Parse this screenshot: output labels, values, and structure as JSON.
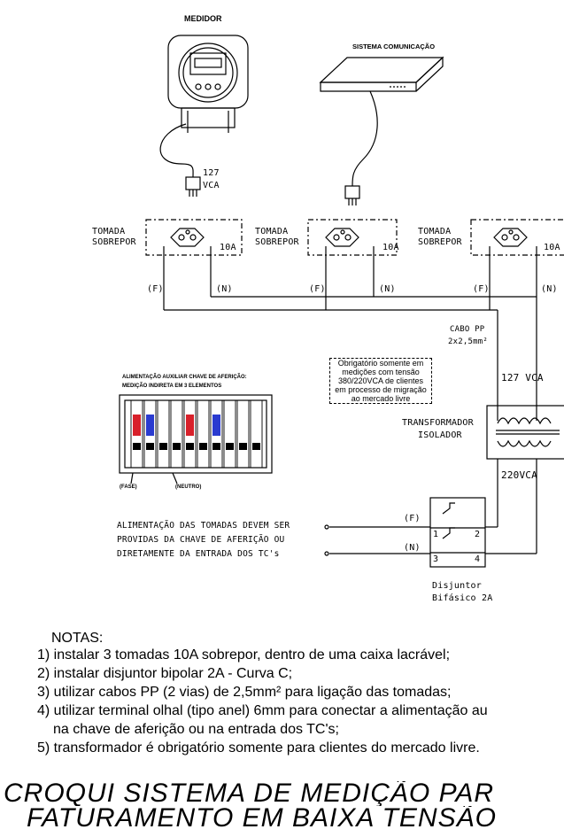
{
  "labels": {
    "medidor": "MEDIDOR",
    "sistema_comunicacao": "SISTEMA COMUNICAÇÃO",
    "voltage_127": "127",
    "vca": "VCA",
    "tomada_line1": "TOMADA",
    "tomada_line2": "SOBREPOR",
    "rating_10a": "10A",
    "phase_f": "(F)",
    "neutral_n": "(N)",
    "cabo_pp_line1": "CABO PP",
    "cabo_pp_line2": "2x2,5mm²",
    "vca_127": "127 VCA",
    "vca_220": "220VCA",
    "transformador_line1": "TRANSFORMADOR",
    "transformador_line2": "ISOLADOR",
    "aux_line1": "ALIMENTAÇÃO AUXILIAR CHAVE DE AFERIÇÃO:",
    "aux_line2": "MEDIÇÃO INDIRETA EM 3 ELEMENTOS",
    "fase": "(FASE)",
    "neutro": "(NEUTRO)",
    "alimentacao_line1": "ALIMENTAÇÃO DAS TOMADAS DEVEM SER",
    "alimentacao_line2": "PROVIDAS DA CHAVE DE AFERIÇÃO OU",
    "alimentacao_line3": "DIRETAMENTE DA ENTRADA DOS TC's",
    "disjuntor_line1": "Disjuntor",
    "disjuntor_line2": "Bifásico 2A",
    "t1": "1",
    "t2": "2",
    "t3": "3",
    "t4": "4"
  },
  "obrigatorio_note": [
    "Obrigatório somente em",
    "medições com tensão",
    "380/220VCA de clientes",
    "em processo de migração",
    "ao mercado livre"
  ],
  "notes": {
    "heading": "NOTAS:",
    "items": [
      "1) instalar 3 tomadas 10A sobrepor, dentro de uma caixa lacrável;",
      "2) instalar disjuntor bipolar 2A - Curva C;",
      "3) utilizar cabos PP (2 vias) de 2,5mm² para ligação das tomadas;",
      "4) utilizar terminal olhal (tipo anel) 6mm para conectar a alimentação au",
      "na chave de aferição ou na entrada dos TC's;",
      "5) transformador é obrigatório somente para clientes do mercado livre."
    ]
  },
  "title": {
    "line1": "CROQUI SISTEMA DE MEDIÇÃO PAR",
    "line2": "FATURAMENTO EM BAIXA TENSÃO"
  },
  "colors": {
    "switch_red": "#d8202a",
    "switch_blue": "#2a3bd0"
  }
}
